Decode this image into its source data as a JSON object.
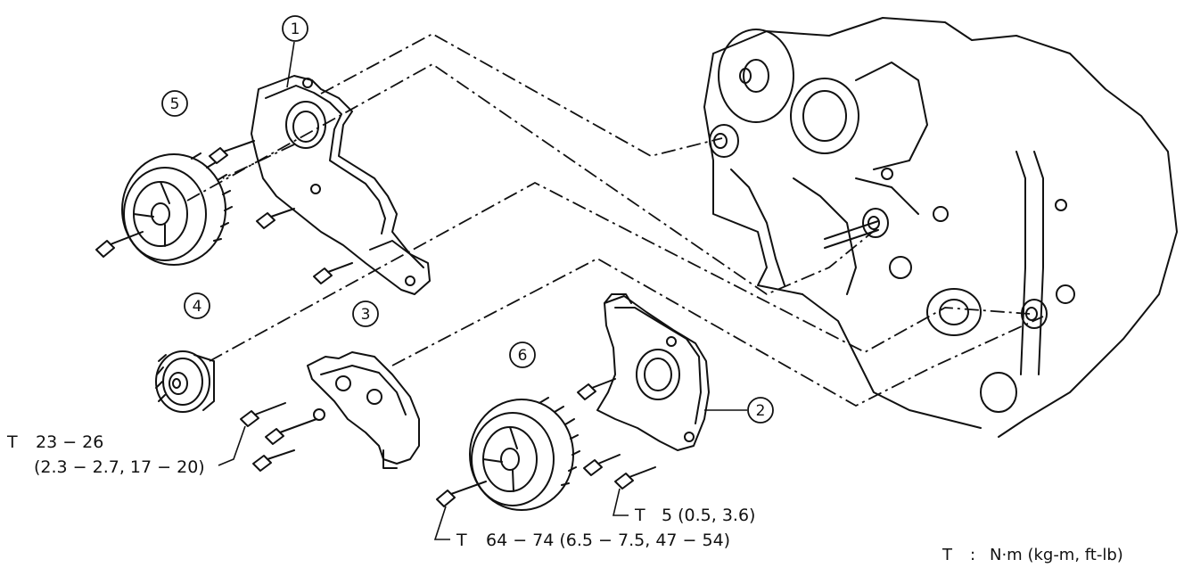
{
  "callouts": [
    {
      "id": "1",
      "label": "1"
    },
    {
      "id": "2",
      "label": "2"
    },
    {
      "id": "3",
      "label": "3"
    },
    {
      "id": "4",
      "label": "4"
    },
    {
      "id": "5",
      "label": "5"
    },
    {
      "id": "6",
      "label": "6"
    }
  ],
  "torque_specs": {
    "tensioner_bolts": {
      "prefix": "T",
      "line1": "23 − 26",
      "line2": "(2.3 − 2.7, 17 − 20)"
    },
    "cover_bolts": {
      "prefix": "T",
      "value": "5 (0.5, 3.6)"
    },
    "pulley_bolt": {
      "prefix": "T",
      "value": "64 − 74 (6.5 − 7.5, 47 − 54)"
    }
  },
  "legend": {
    "symbol": "T",
    "separator": ":",
    "units": "N·m (kg-m, ft-lb)"
  }
}
